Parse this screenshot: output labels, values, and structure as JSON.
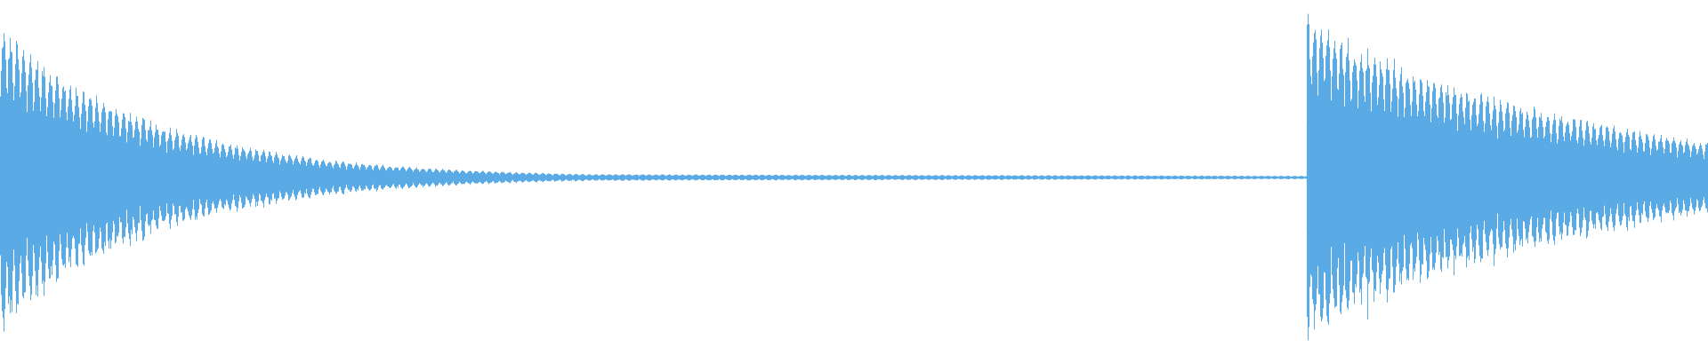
{
  "waveform": {
    "color": "#5aaae6",
    "background": "#ffffff",
    "segments": [
      {
        "start": 0.0,
        "end": 0.345,
        "peak": 0.92,
        "decay": "exponential",
        "end_level": 0.02
      },
      {
        "start": 0.345,
        "end": 0.765,
        "peak": 0.02,
        "decay": "linear",
        "end_level": 0.01
      },
      {
        "start": 0.765,
        "end": 1.0,
        "peak": 0.98,
        "decay": "exponential",
        "end_level": 0.22
      }
    ]
  }
}
